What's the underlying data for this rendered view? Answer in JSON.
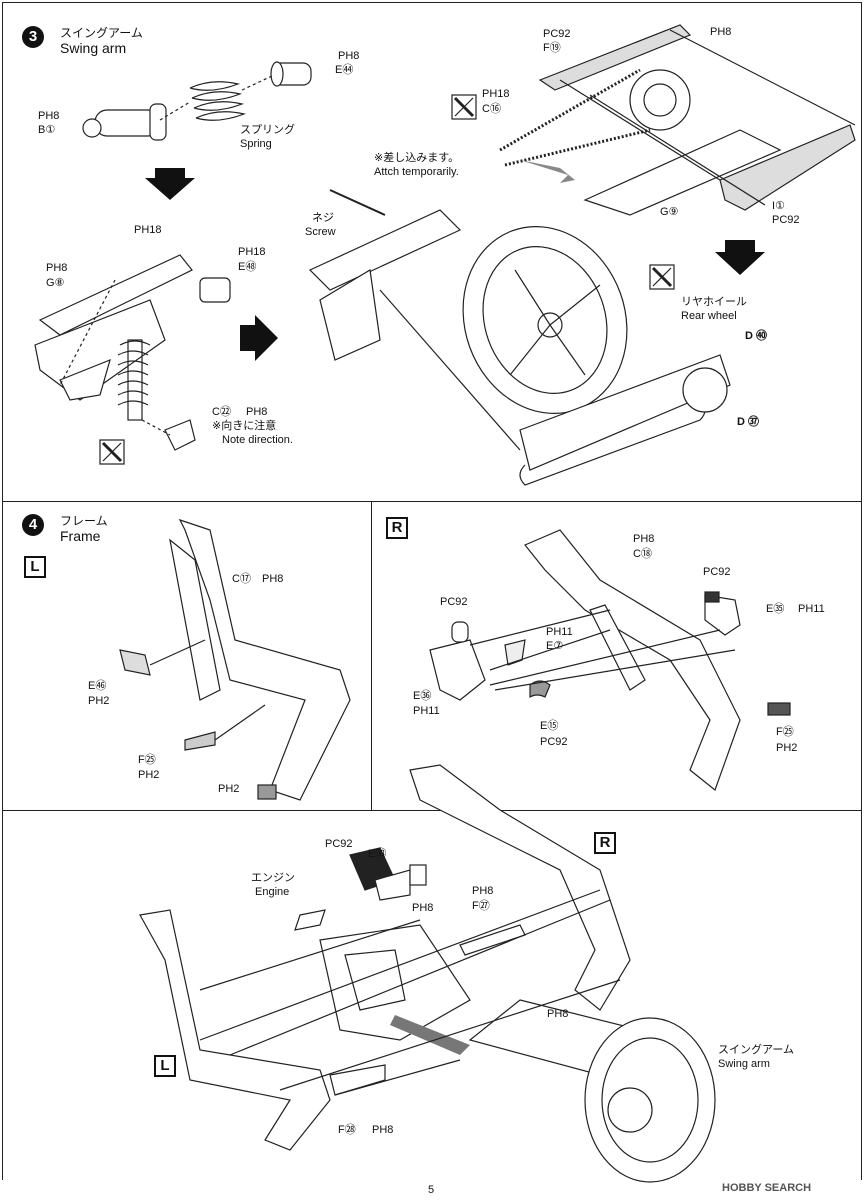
{
  "step3": {
    "number": "3",
    "title_jp": "スイングアーム",
    "title_en": "Swing arm",
    "labels": {
      "ph8_a": "PH8",
      "e44": "E㊹",
      "ph8_b": "PH8",
      "b1": "B①",
      "spring_jp": "スプリング",
      "spring_en": "Spring",
      "pc92_a": "PC92",
      "f19": "F⑲",
      "ph8_c": "PH8",
      "ph18_a": "PH18",
      "c16": "C⑯",
      "g9": "G⑨",
      "i1": "I①",
      "pc92_b": "PC92",
      "temp_jp": "※差し込みます。",
      "temp_en": "Attch temporarily.",
      "screw_jp": "ネジ",
      "screw_en": "Screw",
      "ph18_b": "PH18",
      "ph18_c": "PH18",
      "e48": "E㊽",
      "ph8_d": "PH8",
      "g8": "G⑧",
      "rear_wheel_jp": "リヤホイール",
      "rear_wheel_en": "Rear wheel",
      "d40": "D ㊵",
      "d37": "D ㊲",
      "c22": "C㉒",
      "ph8_e": "PH8",
      "note_jp": "※向きに注意",
      "note_en": "Note direction."
    }
  },
  "step4": {
    "number": "4",
    "title_jp": "フレーム",
    "title_en": "Frame",
    "left_tag": "L",
    "right_tag": "R",
    "labels": {
      "c17": "C⑰",
      "ph8_a": "PH8",
      "e46": "E㊻",
      "ph2_a": "PH2",
      "f25": "F㉕",
      "ph2_b": "PH2",
      "ph2_c": "PH2",
      "ph8_b": "PH8",
      "c18": "C⑱",
      "pc92_a": "PC92",
      "pc92_b": "PC92",
      "ph11_a": "PH11",
      "e7": "E⑦",
      "e35": "E㉟",
      "ph11_b": "PH11",
      "e36": "E㊱",
      "ph11_c": "PH11",
      "e15": "E⑮",
      "pc92_c": "PC92",
      "f25r": "F㉕",
      "ph2_d": "PH2",
      "pc92_d": "PC92",
      "e33": "E㉝",
      "ph8_c": "PH8",
      "engine_jp": "エンジン",
      "engine_en": "Engine",
      "ph8_d": "PH8",
      "f27": "F㉗",
      "ph8_e": "PH8",
      "swingarm_jp": "スイングアーム",
      "swingarm_en": "Swing arm",
      "f28": "F㉘",
      "ph8_f": "PH8",
      "tag_l2": "L",
      "tag_r2": "R"
    }
  },
  "footer": {
    "page_number": "5",
    "watermark": "HOBBY SEARCH"
  }
}
